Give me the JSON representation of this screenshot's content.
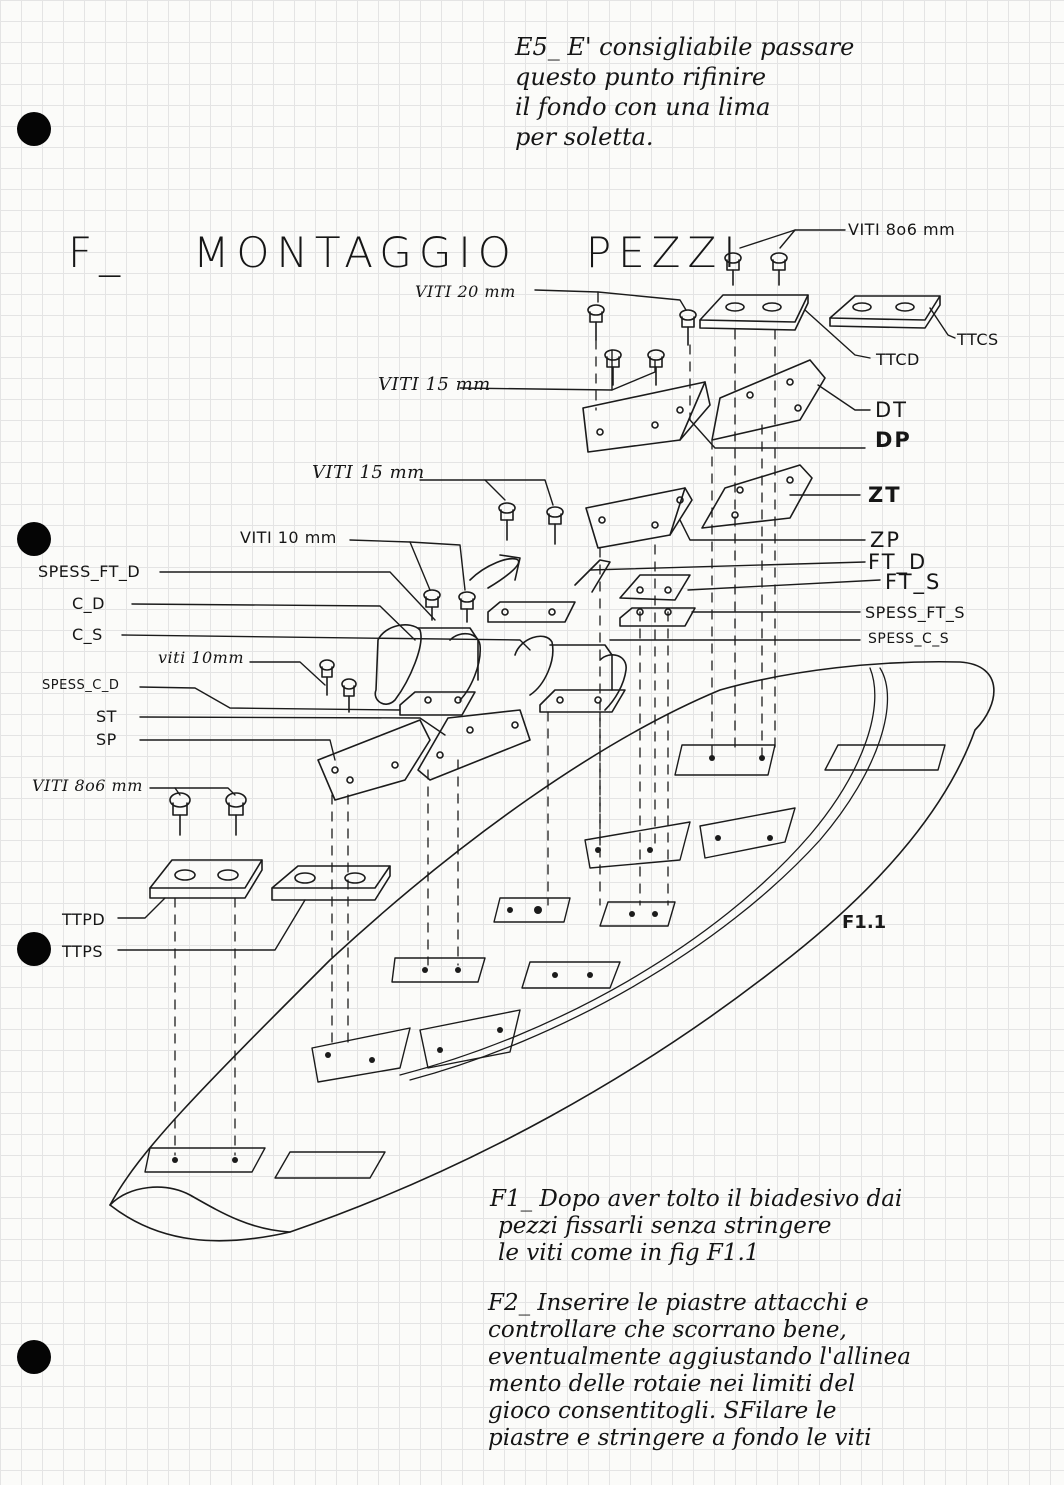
{
  "notes": {
    "e5_lines": [
      "E5_ E' consigliabile passare",
      "questo punto rifinire",
      "il fondo con una lima",
      "per soletta."
    ]
  },
  "section_title": {
    "letter": "F_",
    "word1": "MONTAGGIO",
    "word2": "PEZZI"
  },
  "labels": {
    "viti_806_top": "VITI 8o6 mm",
    "ttcs": "TTCS",
    "viti_20": "VITI 20 mm",
    "ttcd": "TTCD",
    "viti_15_a": "VITI 15 mm",
    "dt": "DT",
    "dp": "DP",
    "viti_15_b": "VITI 15 mm",
    "zt": "ZT",
    "zp": "ZP",
    "viti_10_a": "VITI 10 mm",
    "ft_d": "FT_D",
    "spess_ft_d": "SPESS_FT_D",
    "ft_s": "FT_S",
    "c_d": "C_D",
    "spess_ft_s": "SPESS_FT_S",
    "c_s": "C_S",
    "spess_c_s": "SPESS_C_S",
    "viti_10_b": "viti 10mm",
    "spess_c_d": "SPESS_C_D",
    "st": "ST",
    "sp": "SP",
    "viti_806_bottom": "VITI 8o6 mm",
    "ttpd": "TTPD",
    "ttps": "TTPS"
  },
  "figure_id": "F1.1",
  "instructions": {
    "f1_lines": [
      "F1_ Dopo aver tolto il biadesivo dai",
      "pezzi fissarli senza stringere",
      "le viti come in fig F1.1"
    ],
    "f2_lines": [
      "F2_ Inserire le piastre attacchi e",
      "controllare che scorrano bene,",
      "eventualmente aggiustando l'allinea",
      "mento delle rotaie nei limiti del",
      "gioco consentitogli. SFilare le",
      "piastre e stringere a fondo le viti"
    ]
  }
}
